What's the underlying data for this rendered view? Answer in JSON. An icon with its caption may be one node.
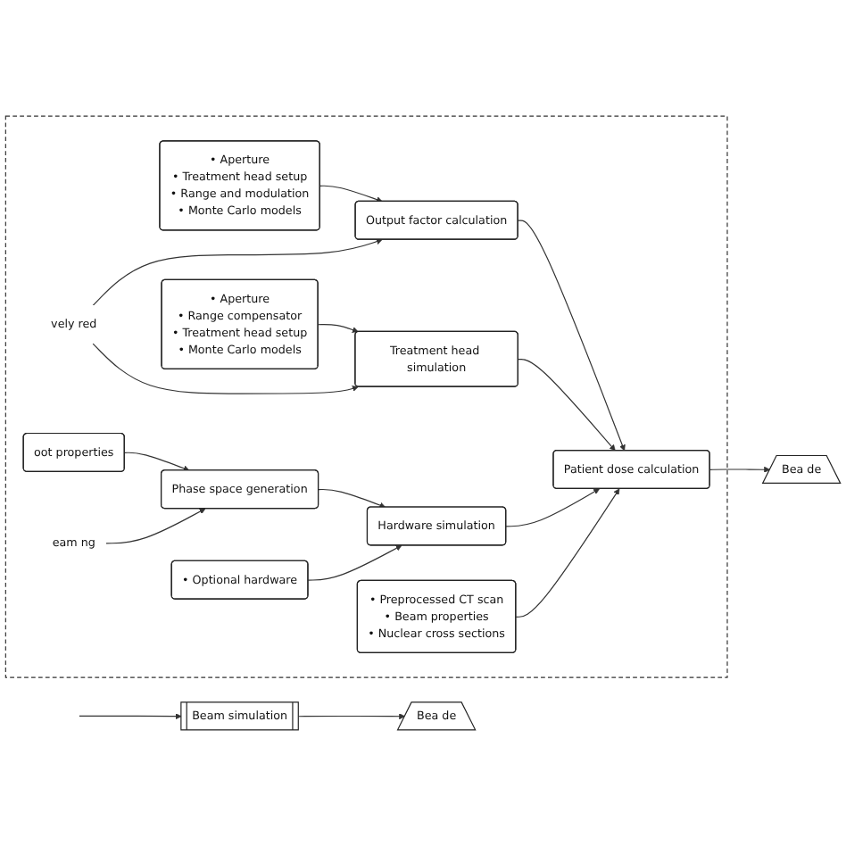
{
  "diagram": {
    "nodes": [
      {
        "text": [],
        "shape": "box"
      },
      {
        "text": [
          "• Aperture",
          "• Treatment head setup",
          "• Range and modulation",
          "• Monte Carlo models"
        ],
        "in": 0
      },
      {
        "text": [
          "Output factor calculation"
        ],
        "in": 0
      },
      {
        "text": [
          "• Aperture",
          "• Range compensator",
          "• Treatment head setup",
          "• Monte Carlo models"
        ],
        "in": 0
      },
      {
        "text": [
          "Treatment head simulation"
        ],
        "in": 0
      },
      {
        "text": [
          "Patient dose calculation"
        ],
        "in": 0
      },
      {
        "text": [
          "• Preprocessed CT scan",
          "• Beam properties",
          "• Nuclear cross sections"
        ],
        "in": 0
      },
      {
        "text": [
          "Phase space generation"
        ],
        "in": 0
      },
      {
        "text": [
          "Hardware simulation"
        ],
        "in": 0
      },
      {
        "text": [
          "oot properties"
        ],
        "in": 0
      },
      {
        "text": [
          "• Optional hardware"
        ],
        "in": 0
      },
      {
        "text": [
          "vely red"
        ],
        "in": 0
      },
      {
        "text": [
          "eam ng"
        ],
        "in": 0
      },
      {
        "text": [
          "Bea de"
        ]
      },
      {
        "text": [
          "Beam simulation"
        ]
      },
      {
        "text": [
          "Bea de"
        ]
      }
    ],
    "edges": [
      {
        "from": 1,
        "to": 2,
        "arrow": "to"
      },
      {
        "from": 3,
        "to": 4,
        "arrow": "to"
      },
      {
        "from": 2,
        "to": 5,
        "arrow": "to"
      },
      {
        "from": 4,
        "to": 5,
        "arrow": "to"
      },
      {
        "from": 8,
        "to": 5,
        "arrow": "to"
      },
      {
        "from": 6,
        "to": 5,
        "arrow": "to"
      },
      {
        "from": 7,
        "to": 8,
        "arrow": "to"
      },
      {
        "from": 9,
        "to": 7,
        "arrow": "to"
      },
      {
        "from": 10,
        "to": 8,
        "arrow": "to"
      },
      {
        "from": 5,
        "to": 13,
        "arrow": "to"
      },
      {
        "from": 11,
        "to": 2,
        "arrow": "to"
      },
      {
        "from": 11,
        "to": 4,
        "arrow": "to"
      },
      {
        "from": 12,
        "to": 7,
        "arrow": "to"
      },
      {
        "from": null,
        "to": 14,
        "arrow": "to"
      },
      {
        "from": 14,
        "to": 15,
        "arrow": "to"
      }
    ]
  }
}
